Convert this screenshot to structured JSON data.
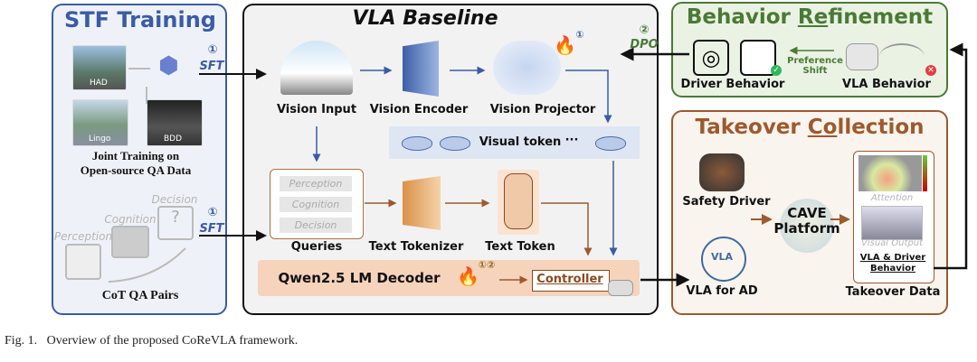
{
  "stf": {
    "title": "STF Training",
    "datasets": [
      "HAD",
      "Lingo",
      "BDD"
    ],
    "joint_caption_1": "Joint Training on",
    "joint_caption_2": "Open-source QA Data",
    "cot_steps": [
      "Perception",
      "Cognition",
      "Decision"
    ],
    "cot_caption": "CoT QA Pairs",
    "step_marker": "①",
    "sft_label": "SFT"
  },
  "vla": {
    "title": "VLA Baseline",
    "vision_input": "Vision Input",
    "vision_encoder": "Vision Encoder",
    "vision_projector": "Vision Projector",
    "projector_marker": "①",
    "visual_token": "Visual token",
    "ellipsis": "···",
    "queries_label": "Queries",
    "queries": [
      "Perception",
      "Cognition",
      "Decision"
    ],
    "text_tokenizer": "Text Tokenizer",
    "text_token": "Text Token",
    "decoder": "Qwen2.5 LM Decoder",
    "decoder_markers": "①②",
    "controller": "Controller"
  },
  "dpo": {
    "marker": "②",
    "label": "DPO"
  },
  "refine": {
    "title_pre": "Behavior ",
    "title_ul": "Re",
    "title_post": "finement",
    "driver_behavior": "Driver Behavior",
    "vla_behavior": "VLA Behavior",
    "shift_1": "Preference",
    "shift_2": "Shift"
  },
  "takeover": {
    "title_pre": "Takeover ",
    "title_ul": "Co",
    "title_post": "llection",
    "safety_driver": "Safety Driver",
    "cave_1": "CAVE",
    "cave_2": "Platform",
    "vla_icon": "VLA",
    "vla_for_ad": "VLA for AD",
    "attention": "Attention",
    "visual_output": "Visual Output",
    "behavior_1": "VLA & Driver",
    "behavior_2": "Behavior",
    "takeover_data": "Takeover Data"
  },
  "caption": "Fig. 1.   Overview of the proposed CoReVLA framework.",
  "colors": {
    "stf": "#3b5ba5",
    "green": "#4a7a35",
    "brown": "#9c5a2e",
    "token": "#b9cbe8",
    "decoder": "#f6d3bb"
  }
}
